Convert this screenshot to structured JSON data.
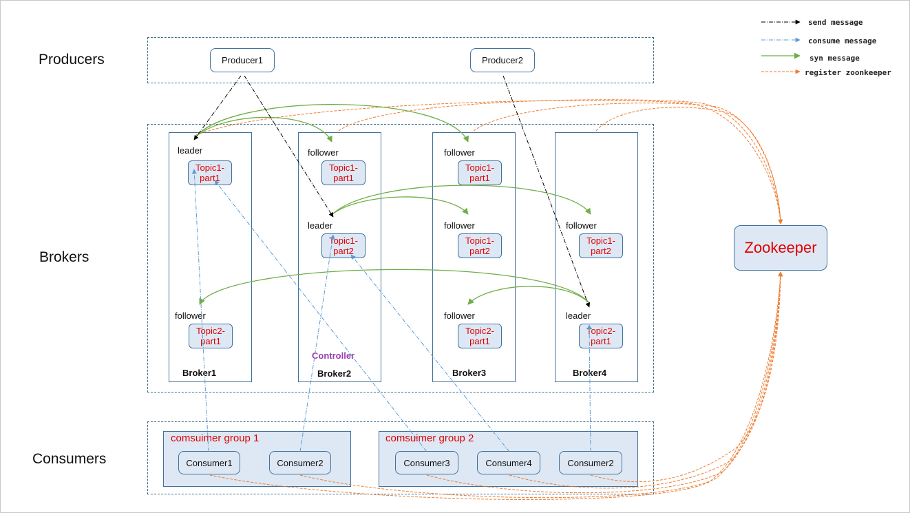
{
  "labels": {
    "producers": "Producers",
    "brokers": "Brokers",
    "consumers": "Consumers"
  },
  "producers": [
    "Producer1",
    "Producer2"
  ],
  "brokers": [
    {
      "name": "Broker1",
      "roles": [
        "leader",
        "",
        "follower"
      ],
      "parts": [
        "Topic1-\npart1",
        "",
        "Topic2-\npart1"
      ]
    },
    {
      "name": "Broker2",
      "roles": [
        "follower",
        "leader",
        ""
      ],
      "parts": [
        "Topic1-\npart1",
        "Topic1-\npart2",
        ""
      ]
    },
    {
      "name": "Broker3",
      "roles": [
        "follower",
        "follower",
        "follower"
      ],
      "parts": [
        "Topic1-\npart1",
        "Topic1-\npart2",
        "Topic2-\npart1"
      ]
    },
    {
      "name": "Broker4",
      "roles": [
        "",
        "follower",
        "leader"
      ],
      "parts": [
        "",
        "Topic1-\npart2",
        "Topic2-\npart1"
      ]
    }
  ],
  "controller": "Controller",
  "groups": [
    {
      "title": "comsuimer group 1",
      "consumers": [
        "Consumer1",
        "Consumer2"
      ]
    },
    {
      "title": "comsuimer group 2",
      "consumers": [
        "Consumer3",
        "Consumer4",
        "Consumer2"
      ]
    }
  ],
  "zookeeper": "Zookeeper",
  "legend": [
    {
      "label": "send message",
      "color": "#000000",
      "style": "dashdot"
    },
    {
      "label": "consume message",
      "color": "#5b9bd5",
      "style": "dashdot"
    },
    {
      "label": "syn message",
      "color": "#70ad47",
      "style": "solid"
    },
    {
      "label": "register zoonkeeper",
      "color": "#ed7d31",
      "style": "dashed"
    }
  ],
  "colors": {
    "send": "#000000",
    "consume": "#5b9bd5",
    "syn": "#70ad47",
    "register": "#ed7d31",
    "partition_text": "#e00000",
    "box_border": "#41719c",
    "box_fill": "#dde8f4"
  }
}
